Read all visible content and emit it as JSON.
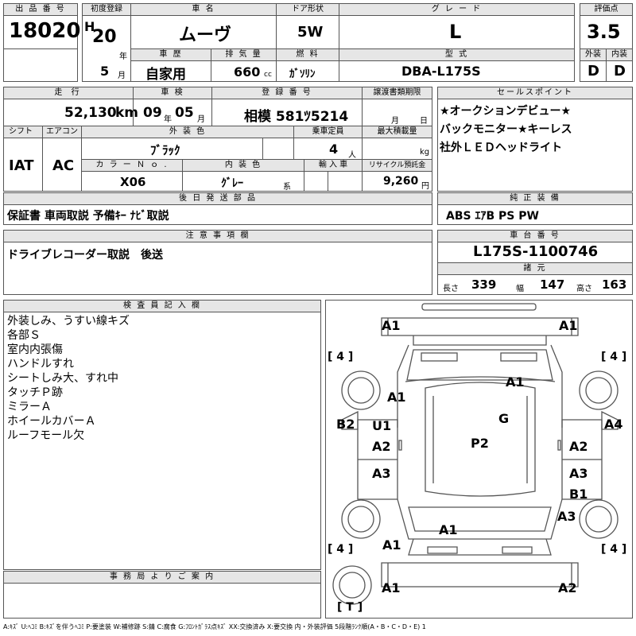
{
  "header": {
    "lot_no_label": "出 品 番 号",
    "lot_no": "18020",
    "first_reg_label": "初度登録",
    "era": "H",
    "year": "20",
    "year_unit": "年",
    "month": "5",
    "month_unit": "月",
    "car_name_label": "車 名",
    "car_name": "ムーヴ",
    "door_label": "ドア形状",
    "door": "5W",
    "grade_label": "グ レ ー ド",
    "grade": "L",
    "score_label": "評価点",
    "score": "3.5",
    "history_label": "車 歴",
    "history": "自家用",
    "displacement_label": "排 気 量",
    "displacement": "660",
    "displacement_unit": "cc",
    "fuel_label": "燃 料",
    "fuel": "ｶﾞｿﾘﾝ",
    "model_label": "型 式",
    "model": "DBA-L175S",
    "ext_label": "外装",
    "ext_grade": "D",
    "int_label": "内装",
    "int_grade": "D"
  },
  "row2": {
    "mileage_label": "走 行",
    "mileage": "52,130",
    "mileage_unit": "km",
    "inspection_label": "車 検",
    "insp_year": "09",
    "insp_year_unit": "年",
    "insp_month": "05",
    "insp_month_unit": "月",
    "plate_label": "登 録 番 号",
    "plate": "相模 581ﾂ5214",
    "transfer_label": "譲渡書類期限",
    "transfer_month_unit": "月",
    "transfer_day_unit": "日",
    "shift_label": "シフト",
    "shift": "IAT",
    "ac_label": "エアコン",
    "ac": "AC",
    "color_label": "外 装 色",
    "color": "ﾌﾞﾗｯｸ",
    "capacity_label": "乗車定員",
    "capacity": "4",
    "capacity_unit": "人",
    "maxload_label": "最大積載量",
    "maxload_unit": "kg",
    "colorno_label": "カ ラ ー Ｎ ｏ .",
    "colorno": "X06",
    "interior_label": "内 装 色",
    "interior": "ｸﾞﾚｰ",
    "interior_unit": "系",
    "import_label": "輸 入 車",
    "recycle_label": "リサイクル預託金",
    "recycle": "9,260",
    "recycle_unit": "円"
  },
  "sales": {
    "label": "セールスポイント",
    "lines": [
      "★オークションデビュー★",
      "バックモニター★キーレス",
      "社外ＬＥＤヘッドライト"
    ]
  },
  "later": {
    "label": "後 日 発 送 部 品",
    "text": "保証書 車両取説 予備ｷｰ ﾅﾋﾞ取説"
  },
  "equip": {
    "label": "純 正 装 備",
    "text": "ABS ｴｱB PS PW"
  },
  "notes": {
    "label": "注 意 事 項 欄",
    "text": "ドライブレコーダー取説　後送"
  },
  "chassis": {
    "label": "車 台 番 号",
    "number": "L175S-1100746",
    "spec_label": "諸 元",
    "length_label": "長さ",
    "length": "339",
    "width_label": "幅",
    "width": "147",
    "height_label": "高さ",
    "height": "163"
  },
  "inspector": {
    "label": "検 査 員 記 入 欄",
    "lines": [
      "外装しみ、うすい線キズ",
      "各部Ｓ",
      "室内内張傷",
      "ハンドルすれ",
      "シートしみ大、すれ中",
      "タッチＰ跡",
      "ミラーＡ",
      "ホイールカバーＡ",
      "ルーフモール欠"
    ]
  },
  "office": {
    "label": "事 務 局 よ り ご 案 内"
  },
  "diagram": {
    "tire": "[ 4 ]",
    "spare": "[ T ]",
    "marks": {
      "front_left": "A1",
      "front_right": "A1",
      "hood": "A1",
      "fender_l": "A1",
      "glass": "G",
      "door_fl": "U1",
      "sill_l": "B2",
      "door_rl_a2": "A2",
      "roof": "P2",
      "door_rr": "A2",
      "pillar_r": "A4",
      "quarter_l": "A3",
      "quarter_r": "A3",
      "rear_b1": "B1",
      "rear_a3": "A3",
      "trunk": "A1",
      "rear_l": "A1",
      "bumper_l": "A1",
      "bumper_r": "A2"
    }
  },
  "legend": "A:ｷｽﾞ U:ﾍｺﾐ B:ｷｽﾞを伴うﾍｺﾐ P:要塗装 W:補修跡 S:錆 C:腐食 G:ﾌﾛﾝﾄｶﾞﾗｽ点ｷｽﾞ XX:交換済み X:要交換 内・外装評価 5段階ﾗﾝｸ順(A・B・C・D・E) 1"
}
